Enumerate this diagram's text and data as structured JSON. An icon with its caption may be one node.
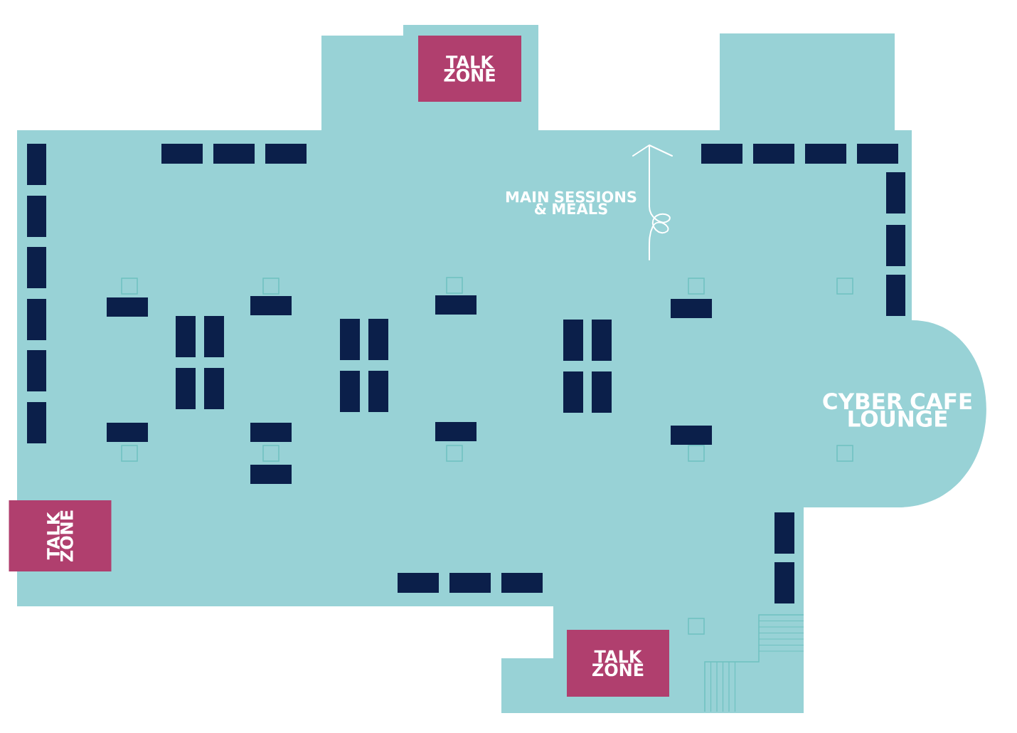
{
  "diagram": {
    "nodes": [
      {
        "text": [
          "TALK ZONE"
        ]
      },
      {
        "text": [
          "TALK ZONE"
        ]
      },
      {
        "text": [
          "TALK ZONE"
        ]
      }
    ],
    "labels": [
      "MAIN SESSIONS & MEALS",
      "CYBER CAFE LOUNGE"
    ]
  }
}
